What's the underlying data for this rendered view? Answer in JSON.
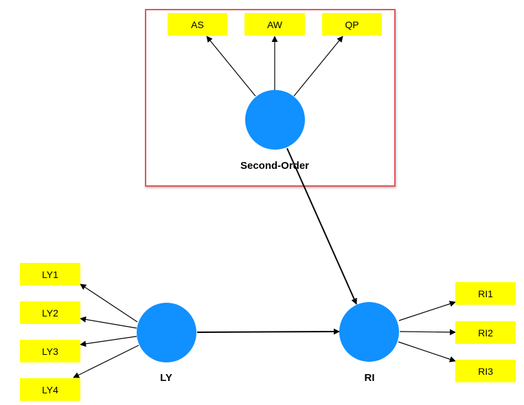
{
  "colors": {
    "construct_fill": "#1190ff",
    "indicator_fill": "#ffff00",
    "frame_border": "#e05555",
    "edge": "#000000"
  },
  "second_order": {
    "label": "Second-Order",
    "indicators": [
      "AS",
      "AW",
      "QP"
    ]
  },
  "ly": {
    "label": "LY",
    "indicators": [
      "LY1",
      "LY2",
      "LY3",
      "LY4"
    ]
  },
  "ri": {
    "label": "RI",
    "indicators": [
      "RI1",
      "RI2",
      "RI3"
    ]
  }
}
